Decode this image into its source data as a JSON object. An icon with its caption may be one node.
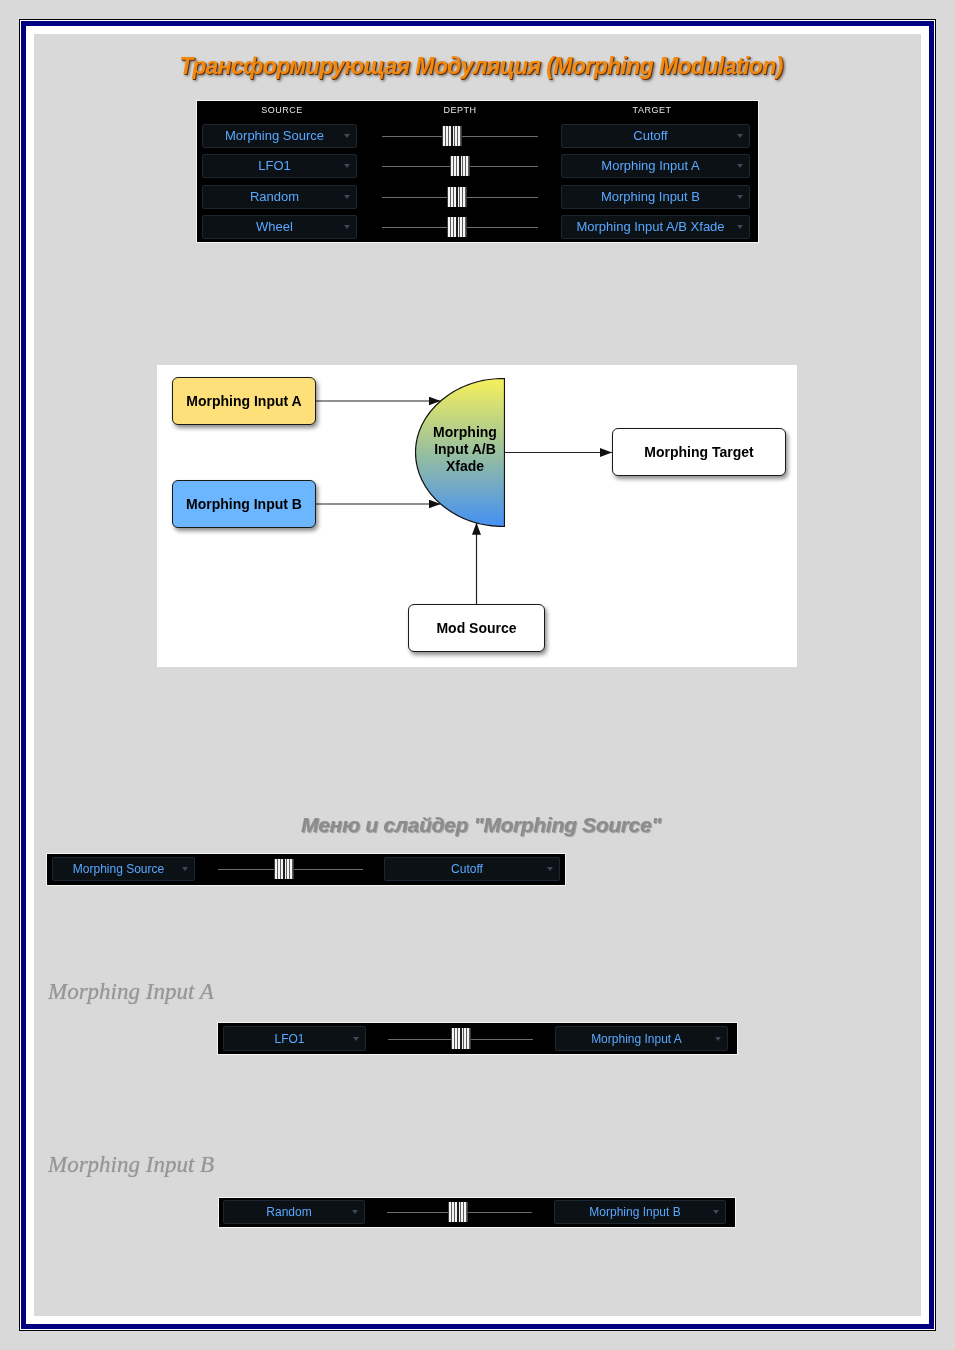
{
  "diagram": {
    "title": "Трансформирующая Модуляция (Morphing Modulation)",
    "nodes": [
      {
        "text": [
          "Morphing Input A"
        ]
      },
      {
        "text": [
          "Morphing Input A/B Xfade"
        ]
      },
      {
        "text": [
          "Morphing Target"
        ]
      },
      {
        "text": [
          "Morphing Input B"
        ]
      },
      {
        "text": [
          "Mod Source"
        ]
      }
    ],
    "edges": [
      {
        "from": 0,
        "to": 1,
        "arrow": "to"
      },
      {
        "from": 1,
        "to": 2,
        "arrow": "to"
      },
      {
        "from": 3,
        "to": 1,
        "arrow": "to"
      },
      {
        "from": 4,
        "to": 1,
        "arrow": "to"
      }
    ],
    "labels": [
      "SOURCE",
      "DEPTH",
      "TARGET",
      "Morphing Source",
      "Cutoff",
      "LFO1",
      "Morphing Input A",
      "Random",
      "Morphing Input B",
      "Wheel",
      "Morphing Input A/B Xfade",
      "Меню и слайдер \"Morphing Source\"",
      "Morphing Source",
      "Cutoff",
      "Morphing Input A",
      "LFO1",
      "Morphing Input A",
      "Morphing Input B",
      "Random",
      "Morphing Input B"
    ]
  }
}
